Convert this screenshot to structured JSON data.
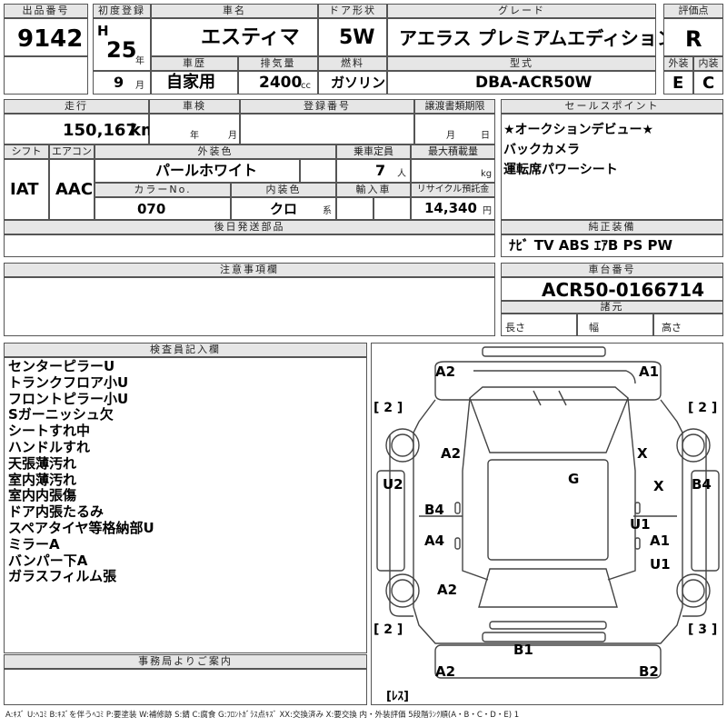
{
  "headers": {
    "lot_no": "出品番号",
    "first_reg": "初度登録",
    "car_name": "車名",
    "door": "ドア形状",
    "grade": "グレード",
    "score": "評価点",
    "history": "車歴",
    "displacement": "排気量",
    "fuel": "燃料",
    "model": "型式",
    "exterior": "外装",
    "interior": "内装",
    "mileage": "走行",
    "inspection": "車検",
    "reg_no": "登録番号",
    "transfer": "譲渡書類期限",
    "sales_point": "セールスポイント",
    "shift": "シフト",
    "aircon": "エアコン",
    "ext_color": "外装色",
    "capacity": "乗車定員",
    "max_load": "最大積載量",
    "color_no": "カラーNo.",
    "int_color": "内装色",
    "import": "輸入車",
    "recycle": "リサイクル預託金",
    "parts": "後日発送部品",
    "genuine": "純正装備",
    "notes": "注意事項欄",
    "chassis": "車台番号",
    "specs": "諸元",
    "inspector": "検査員記入欄",
    "office": "事務局よりご案内"
  },
  "vehicle": {
    "lot_no": "9142",
    "era": "H",
    "year": "25",
    "year_unit": "年",
    "month": "9",
    "month_unit": "月",
    "name": "エスティマ",
    "door": "5W",
    "grade": "アエラス プレミアムエディション",
    "score": "R",
    "history": "自家用",
    "displacement": "2400",
    "displacement_unit": "cc",
    "fuel": "ガソリン",
    "model": "DBA-ACR50W",
    "exterior_grade": "E",
    "interior_grade": "C",
    "mileage": "150,167",
    "mileage_unit": "km",
    "inspection_year_unit": "年",
    "inspection_month_unit": "月",
    "transfer_month_unit": "月",
    "transfer_day_unit": "日",
    "shift": "IAT",
    "aircon": "AAC",
    "ext_color": "パールホワイト",
    "capacity": "7",
    "capacity_unit": "人",
    "load_unit": "kg",
    "color_no": "070",
    "int_color": "クロ",
    "int_color_unit": "系",
    "recycle": "14,340",
    "recycle_unit": "円",
    "chassis": "ACR50-0166714",
    "length_label": "長さ",
    "width_label": "幅",
    "height_label": "高さ"
  },
  "sales_points": [
    "★オークションデビュー★",
    "バックカメラ",
    "運転席パワーシート"
  ],
  "equipment": "ﾅﾋﾞ TV ABS ｴｱB PS PW",
  "inspector_notes": [
    "センターピラーU",
    "トランクフロア小U",
    "フロントピラー小U",
    "Sガーニッシュ欠",
    "シートすれ中",
    "ハンドルすれ",
    "天張薄汚れ",
    "室内薄汚れ",
    "室内内張傷",
    "ドア内張たるみ",
    "スペアタイヤ等格納部U",
    "ミラーA",
    "バンパー下A",
    "ガラスフィルム張"
  ],
  "diagram": {
    "marks": [
      "A2",
      "A1",
      "A2",
      "X",
      "G",
      "U2",
      "X",
      "B4",
      "B4",
      "U1",
      "A4",
      "A1",
      "U1",
      "A2",
      "B1",
      "A2",
      "B2"
    ],
    "brackets": [
      "[ 2 ]",
      "[ 2 ]",
      "[ 2 ]",
      "[ 3 ]"
    ],
    "less": "[ﾚｽ]"
  },
  "legend": "A:ｷｽﾞ U:ﾍｺﾐ B:ｷｽﾞを伴うﾍｺﾐ P:要塗装 W:補修跡 S:錆 C:腐食 G:ﾌﾛﾝﾄｶﾞﾗｽ点ｷｽﾞ XX:交換済み X:要交換 内・外装評価 5段階ﾗﾝｸ順(A・B・C・D・E) 1"
}
